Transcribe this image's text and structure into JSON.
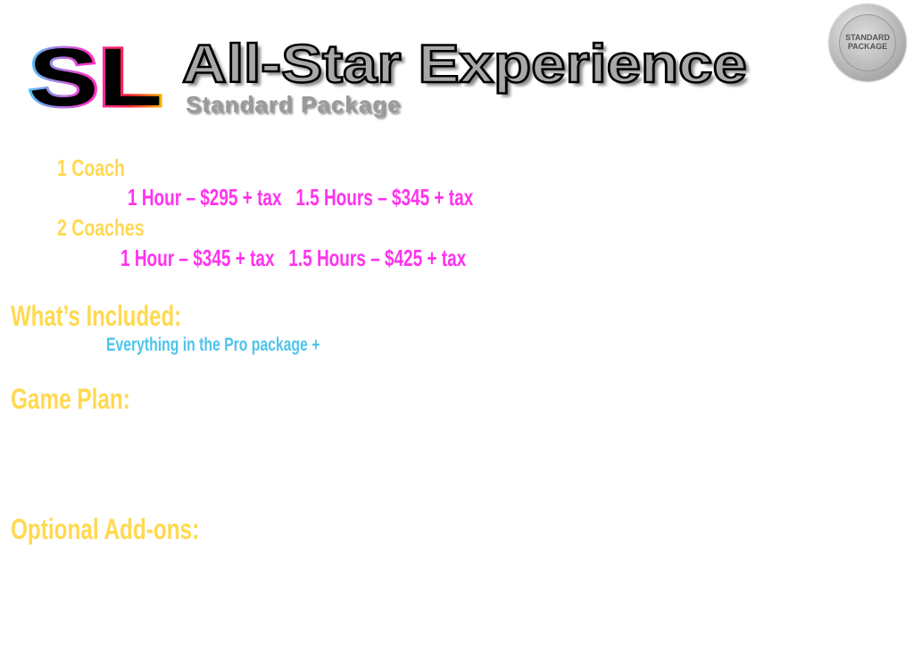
{
  "header": {
    "logo_text": "SL",
    "title": "All-Star Experience",
    "subtitle": "Standard Package",
    "badge_line1": "STANDARD",
    "badge_line2": "PACKAGE"
  },
  "pricing": {
    "one_coach": {
      "label": "1 Coach",
      "prices": "1 Hour – $295 + tax   1.5 Hours – $345 + tax"
    },
    "two_coaches": {
      "label": "2 Coaches",
      "prices": "1 Hour – $345 + tax   1.5 Hours – $425 + tax"
    }
  },
  "sections": {
    "included_heading": "What’s Included:",
    "included_text": "Everything in the Pro package +",
    "game_plan_heading": "Game Plan:",
    "addons_heading": "Optional Add-ons:"
  },
  "colors": {
    "heading": "#FFD950",
    "price": "#FF33EE",
    "body": "#4EC4EC"
  }
}
